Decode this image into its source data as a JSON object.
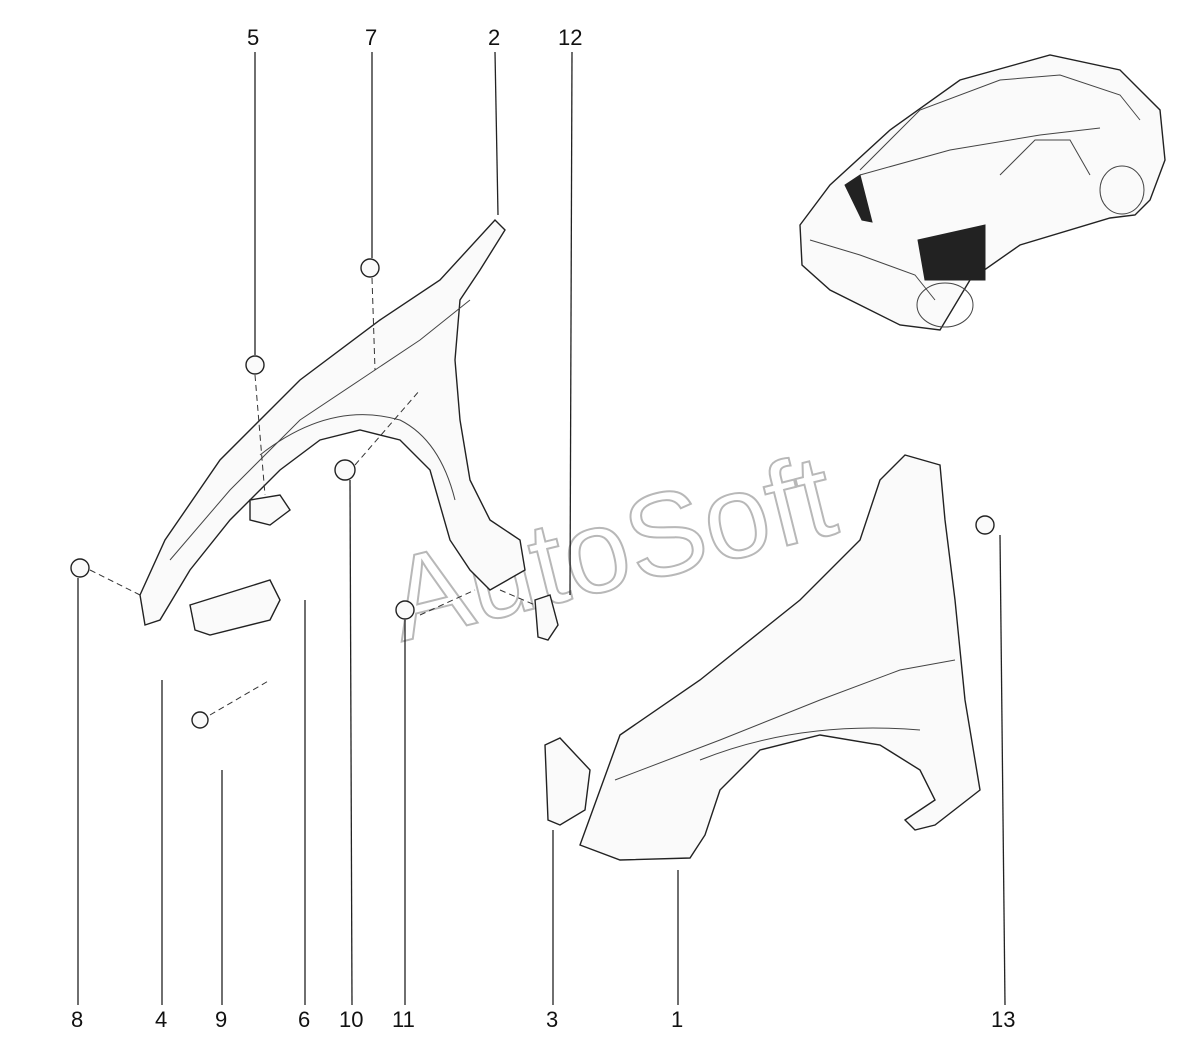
{
  "watermark": "AutoSoft",
  "callouts": {
    "c1": "1",
    "c2": "2",
    "c3": "3",
    "c4": "4",
    "c5": "5",
    "c6": "6",
    "c7": "7",
    "c8": "8",
    "c9": "9",
    "c10": "10",
    "c11": "11",
    "c12": "12",
    "c13": "13"
  },
  "icons": {
    "car_overview": "car-silhouette-icon",
    "fastener": "bolt-icon"
  }
}
